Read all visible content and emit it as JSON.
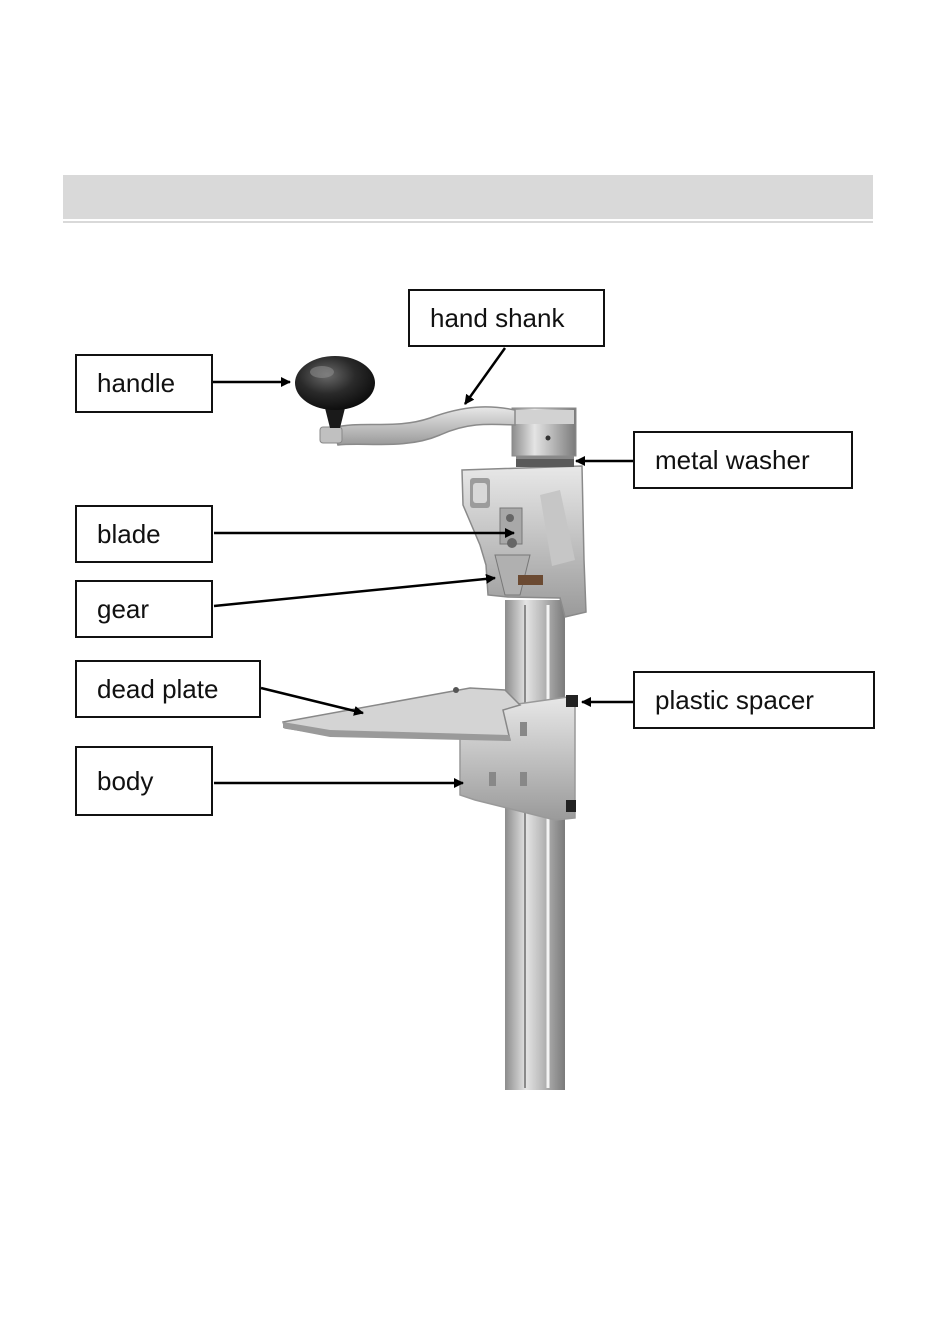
{
  "diagram": {
    "labels": {
      "hand_shank": "hand shank",
      "handle": "handle",
      "metal_washer": "metal washer",
      "blade": "blade",
      "gear": "gear",
      "dead_plate": "dead plate",
      "plastic_spacer": "plastic spacer",
      "body": "body"
    }
  }
}
